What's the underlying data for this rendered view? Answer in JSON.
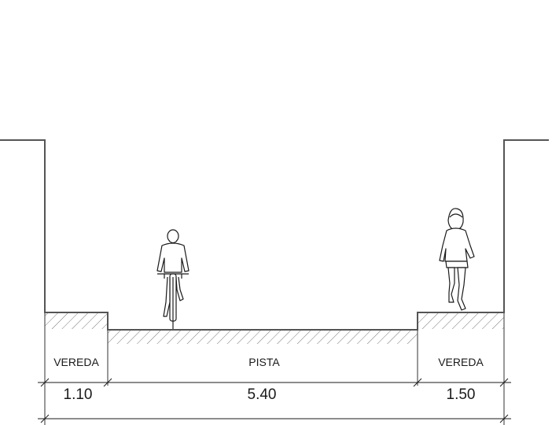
{
  "section": {
    "zones": [
      {
        "name": "VEREDA",
        "width": "1.10"
      },
      {
        "name": "PISTA",
        "width": "5.40"
      },
      {
        "name": "VEREDA",
        "width": "1.50"
      }
    ]
  },
  "figures": [
    {
      "icon": "cyclist-icon"
    },
    {
      "icon": "pedestrian-icon"
    }
  ],
  "colors": {
    "line": "#555555",
    "ink": "#1a1a1a",
    "hatch": "#777777"
  }
}
